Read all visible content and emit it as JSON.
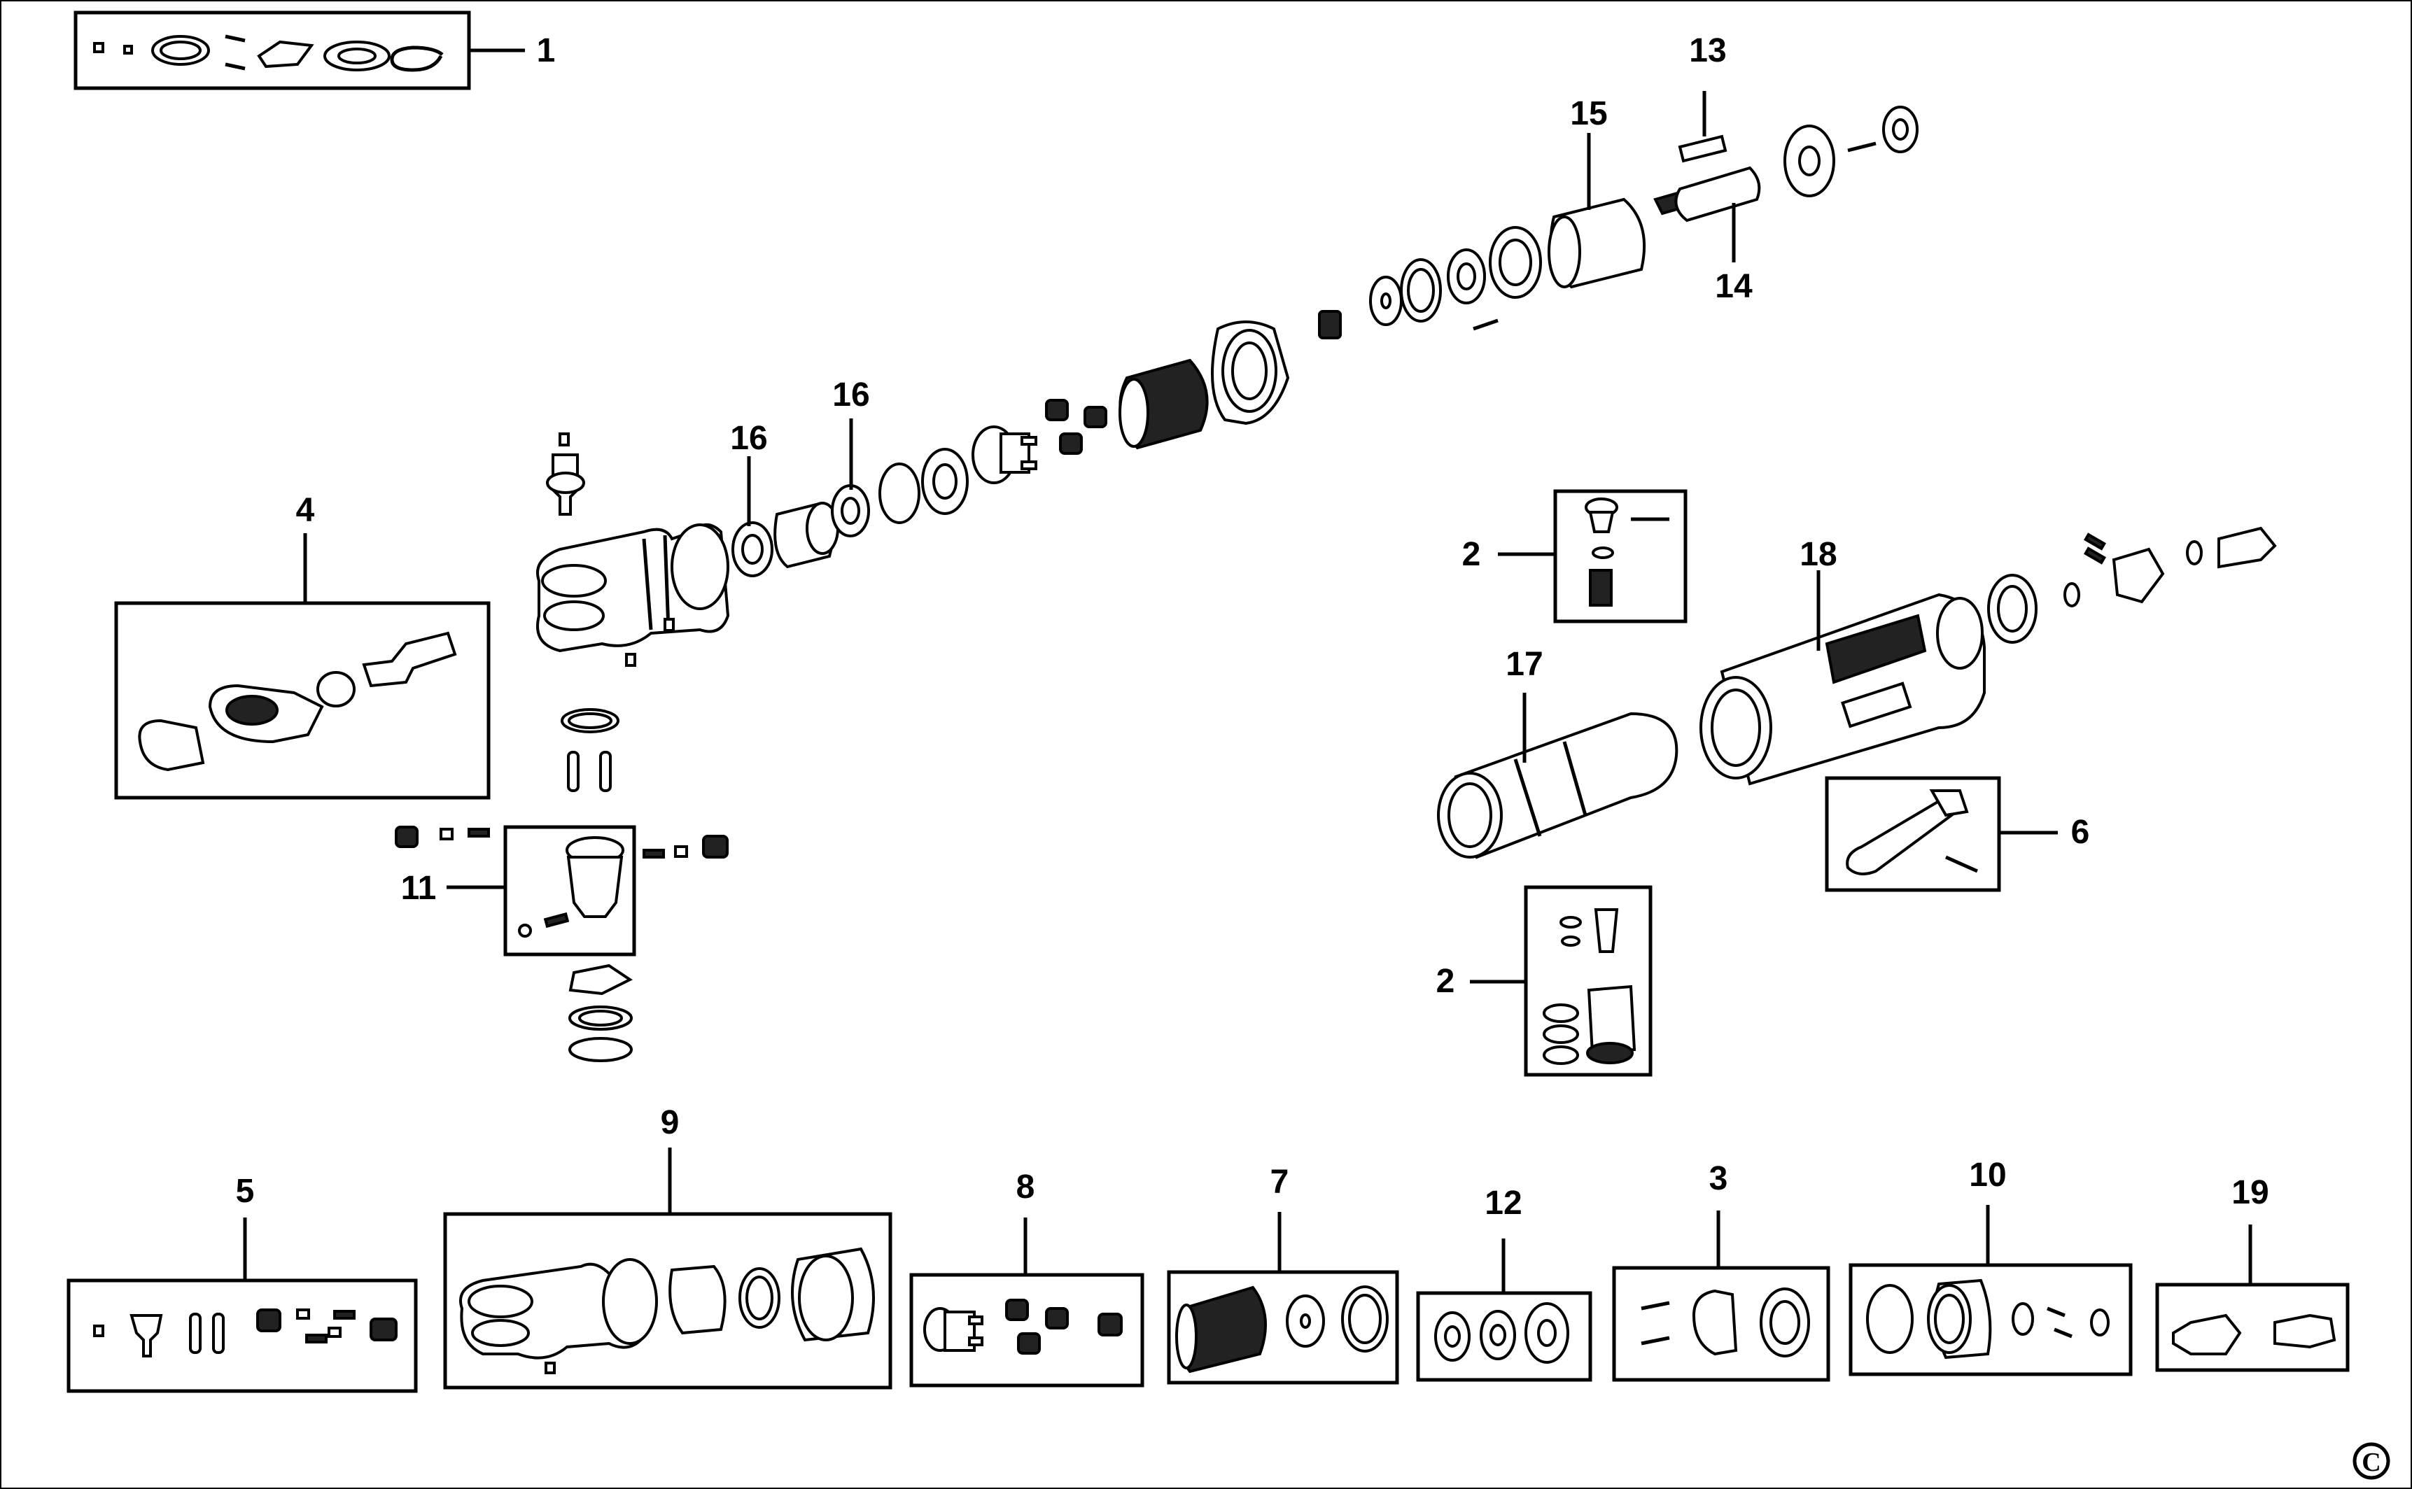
{
  "callouts": {
    "c1": "1",
    "c2a": "2",
    "c2b": "2",
    "c3": "3",
    "c4": "4",
    "c5": "5",
    "c6": "6",
    "c7": "7",
    "c8": "8",
    "c9": "9",
    "c10": "10",
    "c11": "11",
    "c12": "12",
    "c13": "13",
    "c14": "14",
    "c15": "15",
    "c16a": "16",
    "c16b": "16",
    "c17": "17",
    "c18": "18",
    "c19": "19"
  },
  "copyright": "C"
}
